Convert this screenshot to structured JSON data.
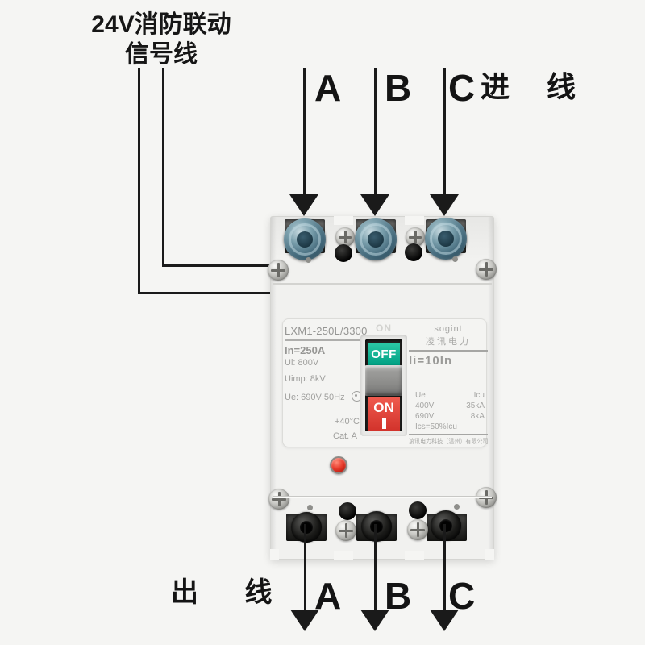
{
  "annotations": {
    "signal_line1": "24V消防联动",
    "signal_line2": "信号线",
    "incoming": "进 线",
    "outgoing": "出 线",
    "top_phases": [
      "A",
      "B",
      "C"
    ],
    "bottom_phases": [
      "A",
      "B",
      "C"
    ]
  },
  "breaker": {
    "left_label": {
      "model": "LXM1-250L/3300",
      "rated_current": "In=250A",
      "ui": "Ui: 800V",
      "uimp": "Uimp: 8kV",
      "ue_freq": "Ue: 690V  50Hz",
      "temp": "+40°C",
      "category": "Cat. A"
    },
    "right_label": {
      "brand": "sogint",
      "brand_cn": "凌讯电力",
      "instantaneous": "Ii=10In",
      "col_ue": "Ue",
      "col_icu": "Icu",
      "rows": [
        [
          "400V",
          "35kA"
        ],
        [
          "690V",
          "8kA"
        ]
      ],
      "ics": "Ics=50%Icu",
      "company": "凌讯电力科技（温州）有限公司"
    },
    "switch": {
      "embossed": "ON",
      "off": "OFF",
      "on": "ON"
    }
  },
  "colors": {
    "wire": "#1a1a1a",
    "off_green": "#00a083",
    "on_red": "#d93a3a",
    "indicator_red": "#e6392a",
    "body_white": "#f1f1ef",
    "terminal_steel_blue": "#42687a"
  }
}
